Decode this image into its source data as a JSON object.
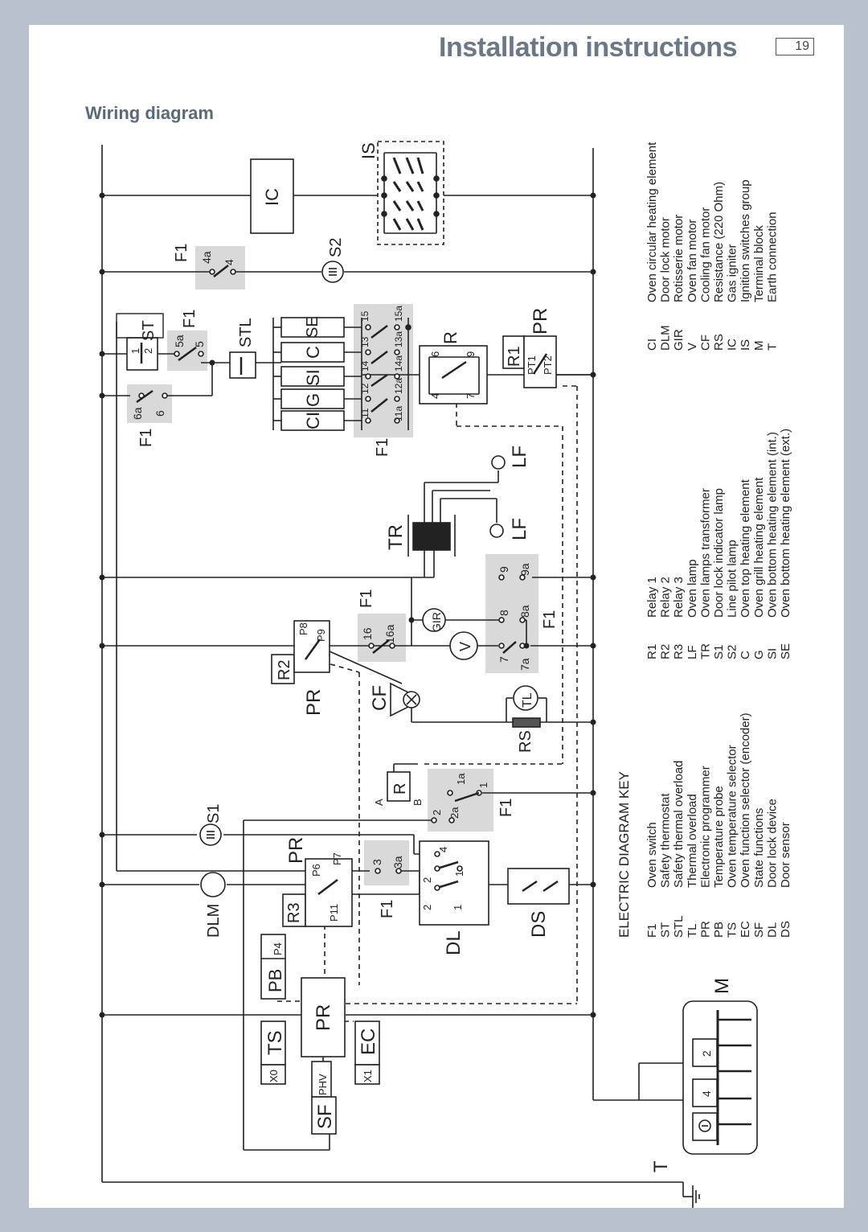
{
  "header": {
    "title": "Installation instructions",
    "page_number": "19"
  },
  "section": {
    "title": "Wiring diagram"
  },
  "key": {
    "title": "ELECTRIC DIAGRAM KEY",
    "col1": [
      {
        "code": "F1",
        "label": "Oven switch"
      },
      {
        "code": "ST",
        "label": "Safety thermostat"
      },
      {
        "code": "STL",
        "label": "Safety thermal overload"
      },
      {
        "code": "TL",
        "label": "Thermal overload"
      },
      {
        "code": "PR",
        "label": "Electronic programmer"
      },
      {
        "code": "PB",
        "label": "Temperature probe"
      },
      {
        "code": "TS",
        "label": "Oven temperature selector"
      },
      {
        "code": "EC",
        "label": "Oven function selector (encoder)"
      },
      {
        "code": "SF",
        "label": "State functions"
      },
      {
        "code": "DL",
        "label": "Door lock device"
      },
      {
        "code": "DS",
        "label": "Door sensor"
      }
    ],
    "col2": [
      {
        "code": "R1",
        "label": "Relay 1"
      },
      {
        "code": "R2",
        "label": "Relay 2"
      },
      {
        "code": "R3",
        "label": "Relay 3"
      },
      {
        "code": "LF",
        "label": "Oven lamp"
      },
      {
        "code": "TR",
        "label": "Oven lamps transformer"
      },
      {
        "code": "S1",
        "label": "Door lock indicator lamp"
      },
      {
        "code": "S2",
        "label": "Line pilot lamp"
      },
      {
        "code": "C",
        "label": "Oven top heating element"
      },
      {
        "code": "G",
        "label": "Oven grill heating element"
      },
      {
        "code": "SI",
        "label": "Oven bottom heating element (int.)"
      },
      {
        "code": "SE",
        "label": "Oven bottom heating element (ext.)"
      }
    ],
    "col3": [
      {
        "code": "CI",
        "label": "Oven circular heating element"
      },
      {
        "code": "DLM",
        "label": "Door lock motor"
      },
      {
        "code": "GIR",
        "label": "Rotisserie motor"
      },
      {
        "code": "V",
        "label": "Oven fan motor"
      },
      {
        "code": "CF",
        "label": "Cooling fan motor"
      },
      {
        "code": "RS",
        "label": "Resistance (220 Ohm)"
      },
      {
        "code": "IC",
        "label": "Gas igniter"
      },
      {
        "code": "IS",
        "label": "Ignition switches group"
      },
      {
        "code": "M",
        "label": "Terminal block"
      },
      {
        "code": "T",
        "label": "Earth connection"
      }
    ]
  },
  "diagram": {
    "components": {
      "IC": "IC",
      "IS": "IS",
      "S2": "S2",
      "S1": "S1",
      "F1": "F1",
      "ST": "ST",
      "STL": "STL",
      "SE": "SE",
      "C": "C",
      "SI": "SI",
      "G": "G",
      "CI": "CI",
      "R": "R",
      "R1": "R1",
      "PR": "PR",
      "LF": "LF",
      "TR": "TR",
      "GIR": "GIR",
      "V": "V",
      "R2": "R2",
      "CF": "CF",
      "TL": "TL",
      "RS": "RS",
      "DLM": "DLM",
      "R3": "R3",
      "DL": "DL",
      "DS": "DS",
      "PB": "PB",
      "TS": "TS",
      "EC": "EC",
      "SF": "SF",
      "M": "M",
      "T": "T",
      "X0": "X0",
      "X1": "X1",
      "PHV": "PHV",
      "P4": "P4",
      "P6": "P6",
      "P7": "P7",
      "P8": "P8",
      "P9": "P9",
      "P11": "P11",
      "PT1": "PT1",
      "PT2": "PT2",
      "A": "A",
      "B": "B"
    },
    "contacts": {
      "c4a": "4a",
      "c4": "4",
      "c5a": "5a",
      "c5": "5",
      "c6a": "6a",
      "c6": "6",
      "c1": "1",
      "c2": "2",
      "c11": "11",
      "c11a": "11a",
      "c12": "12",
      "c12a": "12a",
      "c14": "14",
      "c14a": "14a",
      "c13": "13",
      "c13a": "13a",
      "c15": "15",
      "c15a": "15a",
      "r6": "6",
      "r9": "9",
      "r4": "4",
      "r7": "7",
      "c9": "9",
      "c9a": "9a",
      "c8": "8",
      "c8a": "8a",
      "c7": "7",
      "c7a": "7a",
      "c16": "16",
      "c16a": "16a",
      "c1a": "1a",
      "k1": "1",
      "k2": "2",
      "c2a": "2a",
      "c3": "3",
      "c3a": "3a",
      "d4": "4",
      "d2": "2",
      "d1": "1",
      "d2b": "2",
      "d1b": "1",
      "m2": "2",
      "m4": "4"
    }
  }
}
